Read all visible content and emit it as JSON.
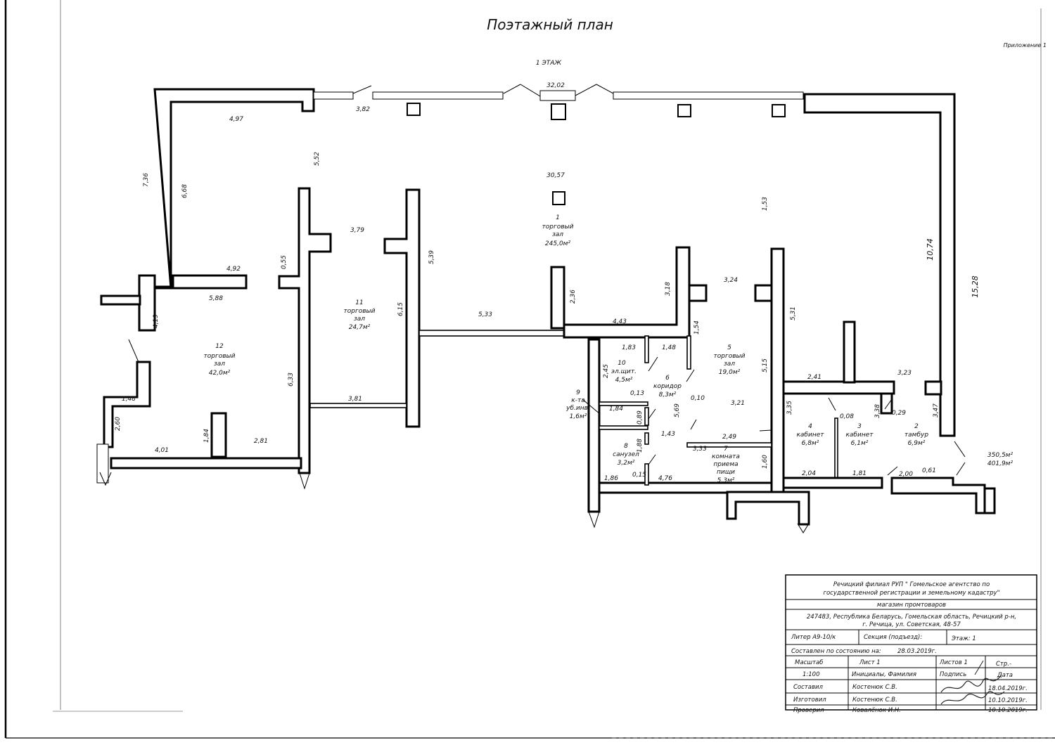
{
  "header": {
    "title": "Поэтажный план",
    "appendix": "Приложение 1",
    "floor": "1 ЭТАЖ"
  },
  "dims": {
    "d3202": "32,02",
    "d382": "3,82",
    "d497": "4,97",
    "d736": "7,36",
    "d668": "6,68",
    "d552": "5,52",
    "d3057": "30,57",
    "d153": "1,53",
    "d1074": "10,74",
    "d1528": "15,28",
    "d379": "3,79",
    "d539": "5,39",
    "d055": "0,55",
    "d492": "4,92",
    "d588": "5,88",
    "d419": "4,19",
    "d615": "6,15",
    "d236": "2,36",
    "d318": "3,18",
    "d324": "3,24",
    "d531": "5,31",
    "d533": "5,33",
    "d443": "4,43",
    "d154": "1,54",
    "d183": "1,83",
    "d148a": "1,48",
    "d245": "2,45",
    "d013": "0,13",
    "d184": "1,84",
    "d089": "0,89",
    "d569": "5,69",
    "d143": "1,43",
    "d010": "0,10",
    "d321": "3,21",
    "d249": "2,49",
    "d333": "3,33",
    "d160": "1,60",
    "d515": "5,15",
    "d335": "3,35",
    "d241": "2,41",
    "d323": "3,23",
    "d008": "0,08",
    "d338": "3,38",
    "d029": "0,29",
    "d347": "3,47",
    "d204": "2,04",
    "d181": "1,81",
    "d200": "2,00",
    "d061": "0,61",
    "d633": "6,33",
    "d381": "3,81",
    "d148b": "1,48",
    "d260": "2,60",
    "d401": "4,01",
    "d184b": "1,84",
    "d281": "2,81",
    "d188": "1,88",
    "d186": "1,86",
    "d015": "0,15",
    "d476": "4,76"
  },
  "rooms": {
    "r1": {
      "num": "1",
      "name1": "торговый",
      "name2": "зал",
      "area": "245,0м²"
    },
    "r2": {
      "num": "2",
      "name1": "тамбур",
      "area": "6,9м²"
    },
    "r3": {
      "num": "3",
      "name1": "кабинет",
      "area": "6,1м²"
    },
    "r4": {
      "num": "4",
      "name1": "кабинет",
      "area": "6,8м²"
    },
    "r5": {
      "num": "5",
      "name1": "торговый",
      "name2": "зал",
      "area": "19,0м²"
    },
    "r6": {
      "num": "6",
      "name1": "коридор",
      "area": "8,3м²"
    },
    "r7": {
      "num": "7",
      "name1": "комната",
      "name2": "приема",
      "name3": "пищи",
      "area": "5,3м²"
    },
    "r8": {
      "num": "8",
      "name1": "санузел",
      "area": "3,2м²"
    },
    "r9": {
      "num": "9",
      "name1": "к-та",
      "name2": "уб.инв.",
      "area": "1,6м²"
    },
    "r10": {
      "num": "10",
      "name1": "эл.щит.",
      "area": "4,5м²"
    },
    "r11": {
      "num": "11",
      "name1": "торговый",
      "name2": "зал",
      "area": "24,7м²"
    },
    "r12": {
      "num": "12",
      "name1": "торговый",
      "name2": "зал",
      "area": "42,0м²"
    }
  },
  "totals": {
    "a1": "350,5м²",
    "a2": "401,9м²"
  },
  "stamp": {
    "org1": "Речицкий филиал РУП \" Гомельское агентство по",
    "org2": "государственной регистрации и земельному кадастру\"",
    "object": "магазин промтоваров",
    "addr1": "247483, Республика Беларусь, Гомельская область, Речицкий р-н,",
    "addr2": "г. Речица, ул. Советская, 48-57",
    "liter": "Литер А9-10/к",
    "section": "Секция (подъезд):",
    "floor": "Этаж: 1",
    "state_label": "Составлен по состоянию на:",
    "state_date": "28.03.2019г.",
    "scale_label": "Масштаб",
    "sheet_label": "Лист  1",
    "sheets_label": "Листов  1",
    "pages_label": "Стр.-",
    "scale": "1:100",
    "initials": "Инициалы, Фамилия",
    "sign": "Подпись",
    "date": "Дата",
    "r1_role": "Составил",
    "r1_name": "Костенюк С.В.",
    "r1_date": "18.04.2019г.",
    "r2_role": "Изготовил",
    "r2_name": "Костенюк С.В.",
    "r2_date": "10.10.2019г.",
    "r3_role": "Проверил",
    "r3_name": "Ковалёнок И.Н.",
    "r3_date": "10.10.2019г."
  }
}
